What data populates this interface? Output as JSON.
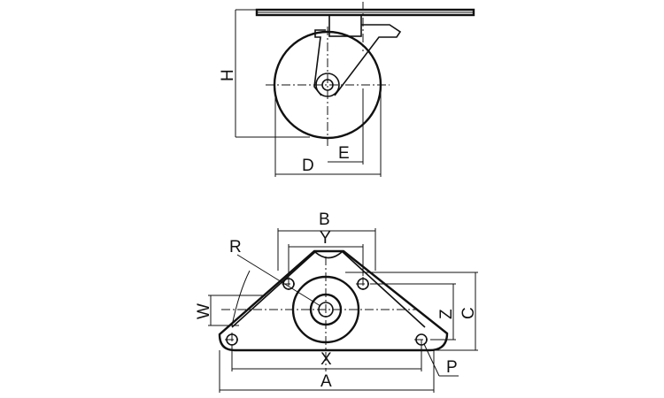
{
  "side_view": {
    "labels": {
      "H": "H",
      "D": "D",
      "E": "E"
    }
  },
  "bottom_view": {
    "labels": {
      "B": "B",
      "Y": "Y",
      "R": "R",
      "W": "W",
      "Z": "Z",
      "C": "C",
      "P": "P",
      "X": "X",
      "A": "A"
    }
  }
}
